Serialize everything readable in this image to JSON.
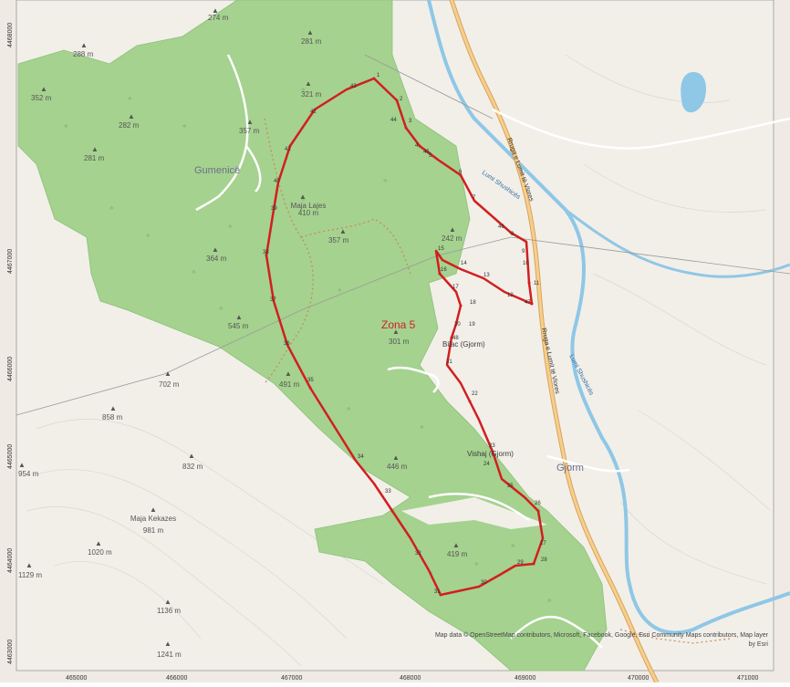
{
  "map": {
    "zone_label": "Zona 5",
    "attribution_line1": "Map data © OpenStreetMap contributors, Microsoft, Facebook, Google, Esri Community Maps contributors, Map layer",
    "attribution_line2": "by Esri",
    "x_ticks": [
      "465000",
      "466000",
      "467000",
      "468000",
      "469000",
      "470000",
      "471000"
    ],
    "y_ticks": [
      "4468000",
      "4467000",
      "4466000",
      "4465000",
      "4464000",
      "4463000"
    ],
    "places": [
      {
        "id": "gumenice",
        "name": "Gumenicë"
      },
      {
        "id": "gjorm",
        "name": "Gjorm"
      }
    ],
    "villages": [
      {
        "id": "bilac",
        "name": "Bilac (Gjorm)"
      },
      {
        "id": "vishaj",
        "name": "Vishaj (Gjorm)"
      }
    ],
    "peaks": [
      {
        "id": "p274",
        "label": "274 m"
      },
      {
        "id": "p281",
        "label": "281 m"
      },
      {
        "id": "p288",
        "label": "288 m"
      },
      {
        "id": "p352",
        "label": "352 m"
      },
      {
        "id": "p321",
        "label": "321 m"
      },
      {
        "id": "p282",
        "label": "282 m"
      },
      {
        "id": "p357",
        "label": "357 m"
      },
      {
        "id": "p281b",
        "label": "281 m"
      },
      {
        "id": "p242",
        "label": "242 m"
      },
      {
        "id": "p357b",
        "label": "357 m"
      },
      {
        "id": "p364",
        "label": "364 m"
      },
      {
        "id": "p545",
        "label": "545 m"
      },
      {
        "id": "p301",
        "label": "301 m"
      },
      {
        "id": "p491",
        "label": "491 m"
      },
      {
        "id": "p702",
        "label": "702 m"
      },
      {
        "id": "p858",
        "label": "858 m"
      },
      {
        "id": "p832",
        "label": "832 m"
      },
      {
        "id": "p446",
        "label": "446 m"
      },
      {
        "id": "p954",
        "label": "954 m"
      },
      {
        "id": "p1020",
        "label": "1020 m"
      },
      {
        "id": "p1129",
        "label": "1129 m"
      },
      {
        "id": "p419",
        "label": "419 m"
      },
      {
        "id": "p1136",
        "label": "1136 m"
      },
      {
        "id": "p1241",
        "label": "1241 m"
      }
    ],
    "named_peaks": [
      {
        "id": "maja-lajes",
        "name": "Maja Lajes",
        "label": "410 m"
      },
      {
        "id": "maja-kekazes",
        "name": "Maja Kekazes",
        "label": "981 m"
      }
    ],
    "roads": [
      {
        "id": "rruga-bylis",
        "name": "Rruga e Lumit të Vlores"
      },
      {
        "id": "rruga-bylis-2",
        "name": "Rruga e Lumit të Vlores"
      }
    ],
    "rivers": [
      {
        "id": "lumi1",
        "name": "Lumi Shushicës"
      },
      {
        "id": "lumi2",
        "name": "Lumi Shushicës"
      }
    ],
    "boundary_points": [
      "1",
      "2",
      "3",
      "4",
      "5",
      "6",
      "7",
      "8",
      "9",
      "10",
      "11",
      "12",
      "13",
      "14",
      "15",
      "16",
      "17",
      "18",
      "19",
      "20",
      "21",
      "22",
      "23",
      "24",
      "25",
      "26",
      "27",
      "28",
      "29",
      "30",
      "31",
      "32",
      "33",
      "34",
      "35",
      "36",
      "37",
      "38",
      "39",
      "40",
      "41",
      "42",
      "43",
      "44",
      "45",
      "46",
      "47",
      "48"
    ],
    "colors": {
      "forest": "#9fd08c",
      "boundary": "#d11f1f",
      "river": "#8ac6e8",
      "main_road": "#f3c98a",
      "background": "#f0ede6"
    }
  }
}
